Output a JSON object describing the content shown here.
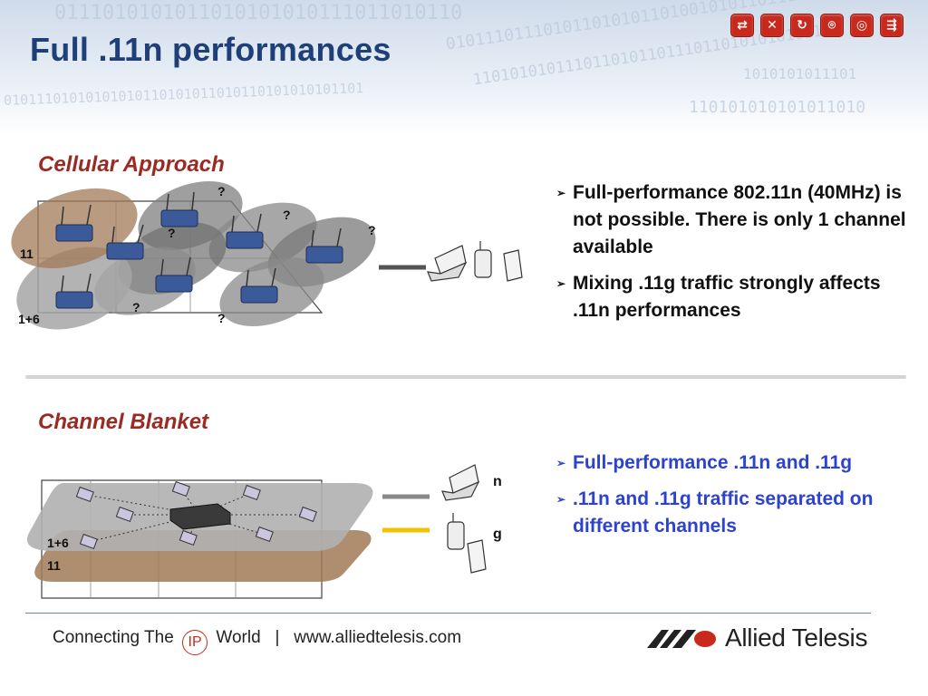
{
  "header": {
    "title": "Full .11n performances",
    "binary_rows": [
      "0111010101011010101010111011010110",
      "01011101110101101010110100101011011101",
      "1101010101110110101101110110101010101101",
      "01011101010101010110101011010110101010101101",
      "110101010101011010",
      "1010101011101"
    ],
    "nav_icons": [
      "exchange-icon",
      "shuffle-icon",
      "refresh-icon",
      "broadcast-icon",
      "signal-icon",
      "network-icon"
    ]
  },
  "cellular": {
    "heading": "Cellular Approach",
    "zone_11": "11",
    "zone_16": "1+6",
    "question_marks": [
      "?",
      "?",
      "?",
      "?",
      "?",
      "?"
    ],
    "bullets": [
      "Full-performance 802.11n (40MHz) is not possible. There is only 1 channel available",
      "Mixing .11g traffic strongly affects .11n performances"
    ]
  },
  "blanket": {
    "heading": "Channel Blanket",
    "zone_16": "1+6",
    "zone_11": "11",
    "label_n": "n",
    "label_g": "g",
    "bullets": [
      "Full-performance .11n and .11g",
      ".11n and .11g traffic separated on different channels"
    ]
  },
  "footer": {
    "connecting_pre": "Connecting The",
    "ip": "IP",
    "connecting_post": "World",
    "separator": "|",
    "url": "www.alliedtelesis.com",
    "brand": "Allied Telesis"
  },
  "colors": {
    "title": "#1f3f78",
    "section_heading": "#9b2a22",
    "blue_bullets": "#2d43cf",
    "icon_red": "#c8291c",
    "g_line": "#f2c200"
  }
}
